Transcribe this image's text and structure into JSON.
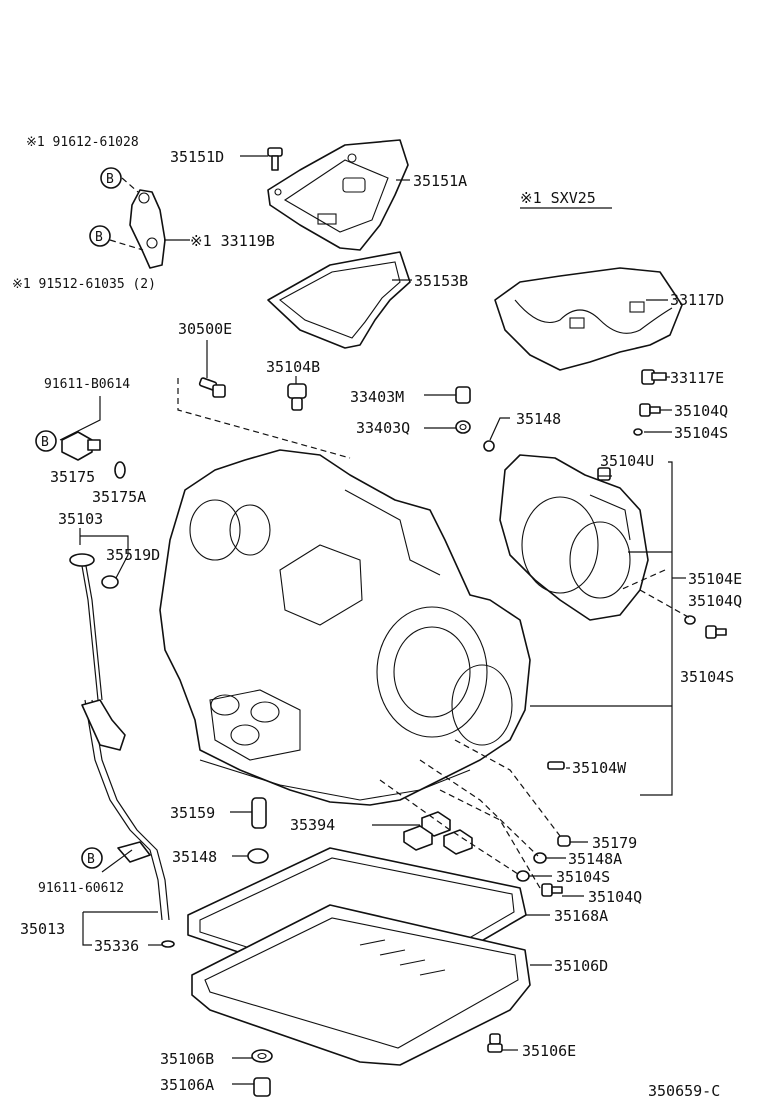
{
  "labels": {
    "p91612_61028": "※1 91612-61028",
    "p35151D": "35151D",
    "p35151A": "35151A",
    "p33119B": "※1 33119B",
    "p91512_61035": "※1 91512-61035 (2)",
    "p35153B": "35153B",
    "sxv25": "※1 SXV25",
    "p33117D": "33117D",
    "p33117E": "33117E",
    "p30500E": "30500E",
    "p35104B": "35104B",
    "p33403M": "33403M",
    "p33403Q": "33403Q",
    "p35148_top": "35148",
    "p35104Q_top": "35104Q",
    "p35104S_top": "35104S",
    "p35104U": "35104U",
    "p91611_B0614": "91611-B0614",
    "p35175": "35175",
    "p35175A": "35175A",
    "p35103": "35103",
    "p35519D": "35519D",
    "p35104E": "35104E",
    "p35104Q_mid": "35104Q",
    "p35104S_mid": "35104S",
    "p35104W": "35104W",
    "p35159": "35159",
    "p35394": "35394",
    "p35179": "35179",
    "p35148_bot": "35148",
    "p35148A": "35148A",
    "p35104S_bot": "35104S",
    "p35104Q_bot": "35104Q",
    "p91611_60612": "91611-60612",
    "p35168A": "35168A",
    "p35013": "35013",
    "p35336": "35336",
    "p35106D": "35106D",
    "p35106B": "35106B",
    "p35106E": "35106E",
    "p35106A": "35106A",
    "drawing_no": "350659-C"
  },
  "markers": {
    "b": "B"
  }
}
